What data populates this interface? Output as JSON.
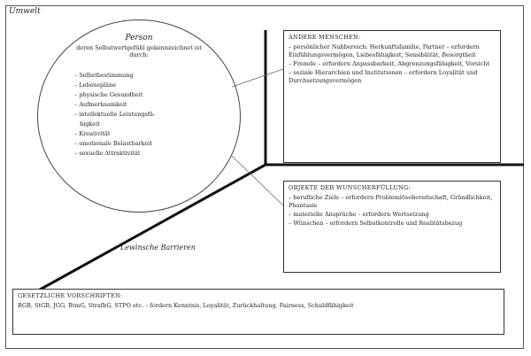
{
  "umwelt_label": "Umwelt",
  "person": {
    "title": "Person",
    "subtitle": "deren Selbstwertgefühl gekennzeichnet ist durch:",
    "items": [
      "– Selbstbestimmung",
      "– Lebenspläne",
      "– physische Gesundheit",
      "– Aufmerksamkeit",
      "– intellektuelle Leistungsfä-",
      "  higkeit",
      "– Kreativität",
      "– emotionale Belastbarkeit",
      "– sexuelle Attraktivität"
    ]
  },
  "andere_menschen": {
    "title": "ANDERE MENSCHEN:",
    "items": [
      "– persönlicher Nahbereich: Herkunftsfamilie, Partner – erfordern Einfühlungsvermögen, Liebesfähigkeit, Sensibilität, Besorgtheit",
      "– Fremde – erfordern Anpassbarkeit, Abgrenzungsfähigkeit, Vorsicht",
      "– soziale Hierarchien und Institutionen – erfordern Loyalität und Durchsetzungsvermögen"
    ]
  },
  "objekte": {
    "title": "OBJEKTE DER WUNSCHERFÜLLUNG:",
    "items": [
      "– berufliche Ziele – erfordern Problemlösebereitschaft, Gründlichkeit, Phantasie",
      "– materielle Ansprüche – erfordern Wertsetzung",
      "– Wünschen – erfordern Selbstkontrolle und Realitätsbezug"
    ]
  },
  "barrier_label": "Lewinsche Barrieren",
  "gesetz": {
    "title": "GESETZLICHE VORSCHRIFTEN:",
    "text": "BGB, StGB, JGG, BtmG, StrafbG, STPO etc. – fordern Kenntnis, Loyalität, Zurückhaltung, Fairness, Schuldfähigkeit"
  }
}
